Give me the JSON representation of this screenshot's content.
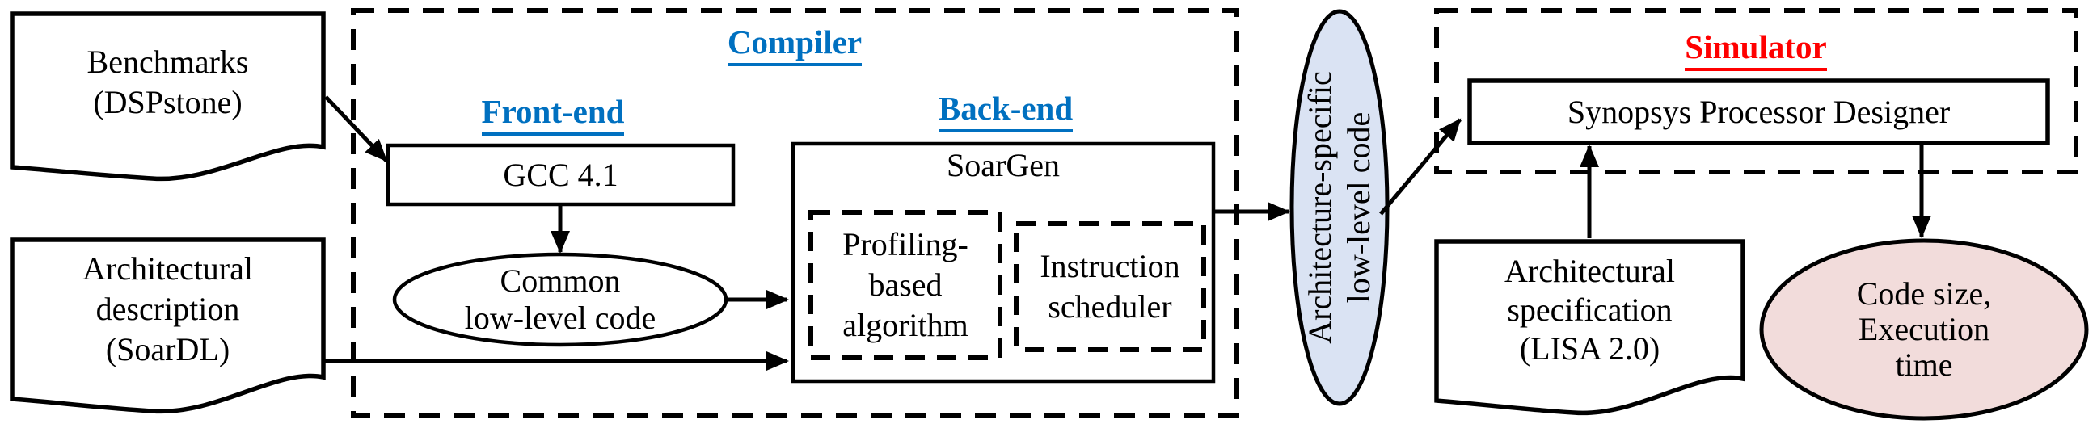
{
  "colors": {
    "title_blue": "#0070C0",
    "title_red": "#FF0000",
    "code_ellipse_fill": "#DAE3F3",
    "results_ellipse_fill": "#F2DCDB",
    "line_black": "#000000"
  },
  "benchmarks": {
    "line1": "Benchmarks",
    "line2": "(DSPstone)"
  },
  "arch_description": {
    "line1": "Architectural",
    "line2": "description",
    "line3": "(SoarDL)"
  },
  "compiler": {
    "title": "Compiler",
    "front_end_title": "Front-end",
    "back_end_title": "Back-end",
    "gcc_label": "GCC 4.1",
    "common_code": {
      "line1": "Common",
      "line2": "low-level code"
    },
    "soargen_label": "SoarGen",
    "profiling": {
      "line1": "Profiling-",
      "line2": "based",
      "line3": "algorithm"
    },
    "scheduler": {
      "line1": "Instruction",
      "line2": "scheduler"
    }
  },
  "arch_specific_code": {
    "line1": "Architecture-specific",
    "line2": "low-level code"
  },
  "simulator": {
    "title": "Simulator",
    "synopsys_label": "Synopsys Processor Designer",
    "arch_specification": {
      "line1": "Architectural",
      "line2": "specification",
      "line3": "(LISA 2.0)"
    },
    "results": {
      "line1": "Code size,",
      "line2": "Execution",
      "line3": "time"
    }
  }
}
